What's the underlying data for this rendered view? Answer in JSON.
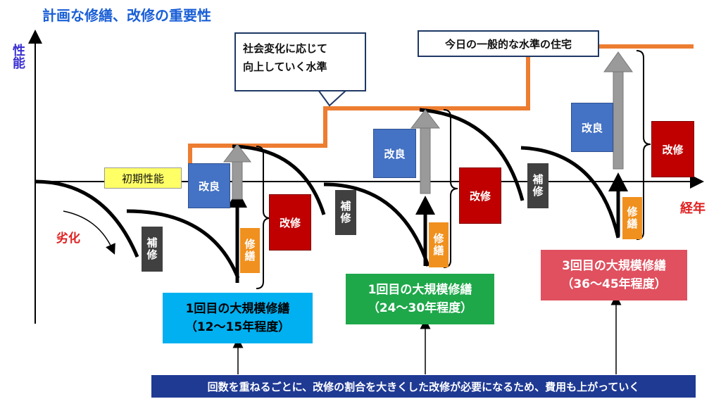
{
  "title": "計画な修繕、改修の重要性",
  "axes": {
    "y_label": "性能",
    "x_label": "経年"
  },
  "labels": {
    "deterioration": "劣化",
    "initial_performance": "初期性能",
    "social_change_callout": [
      "社会変化に応じて",
      "向上していく水準"
    ],
    "today_standard": "今日の一般的な水準の住宅"
  },
  "interventions": {
    "improvement": "改良",
    "renovation": "改修",
    "repair": "補修",
    "restoration": "修繕"
  },
  "major_repairs": [
    {
      "line1": "1回目の大規模修繕",
      "line2": "（12～15年程度）"
    },
    {
      "line1": "1回目の大規模修繕",
      "line2": "（24～30年程度）"
    },
    {
      "line1": "3回目の大規模修繕",
      "line2": "（36～45年程度）"
    }
  ],
  "footer": "回数を重ねるごとに、改修の割合を大きくした改修が必要になるため、費用も上がっていく",
  "colors": {
    "title": "#1a5fd6",
    "axis_label_y": "#3a2fd0",
    "axis_label_x": "#e02020",
    "orange": "#ed7d31",
    "improvement_blue": "#4472c4",
    "renovation_red": "#c00000",
    "repair_dark": "#404040",
    "restoration_orange": "#f0901e",
    "major1": "#00b0f0",
    "major2": "#1ea84a",
    "major3": "#e0505f",
    "footer_bg": "#1f3a93",
    "initial_yellow": "#ffff66"
  }
}
